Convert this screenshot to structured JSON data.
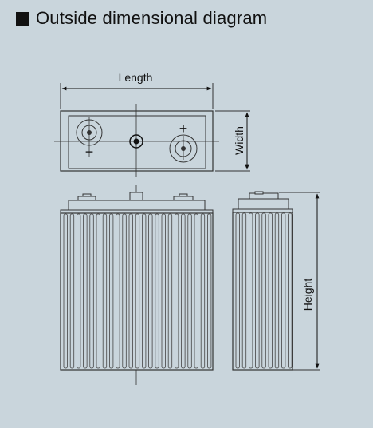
{
  "header": {
    "title": "Outside dimensional diagram"
  },
  "dimensions": {
    "length": "Length",
    "width": "Width",
    "height": "Height"
  },
  "terminals": {
    "negative": "−",
    "positive": "+"
  },
  "colors": {
    "background": "#c9d5dc",
    "line": "#333333",
    "ink": "#111111"
  }
}
